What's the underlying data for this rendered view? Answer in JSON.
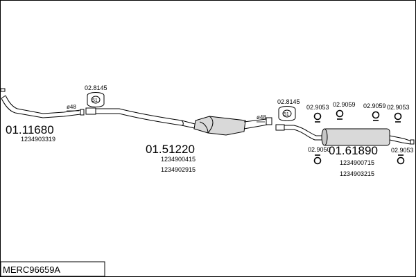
{
  "diagram": {
    "code": "MERC96659A",
    "parts": [
      {
        "number": "01.11680",
        "refs": [
          "1234903319"
        ]
      },
      {
        "number": "01.51220",
        "refs": [
          "1234900415",
          "1234902915"
        ]
      },
      {
        "number": "01.61890",
        "refs": [
          "1234900715",
          "1234903215"
        ]
      }
    ],
    "gaskets": {
      "left_label": "02.8145",
      "left_size": "51",
      "right_label": "02.8145",
      "right_size": "51"
    },
    "clamp_labels": {
      "left": "ø48",
      "right": "ø48"
    },
    "hangers": [
      "02.9053",
      "02.9059",
      "02.9059",
      "02.9053",
      "02.9050",
      "02.9053"
    ]
  }
}
